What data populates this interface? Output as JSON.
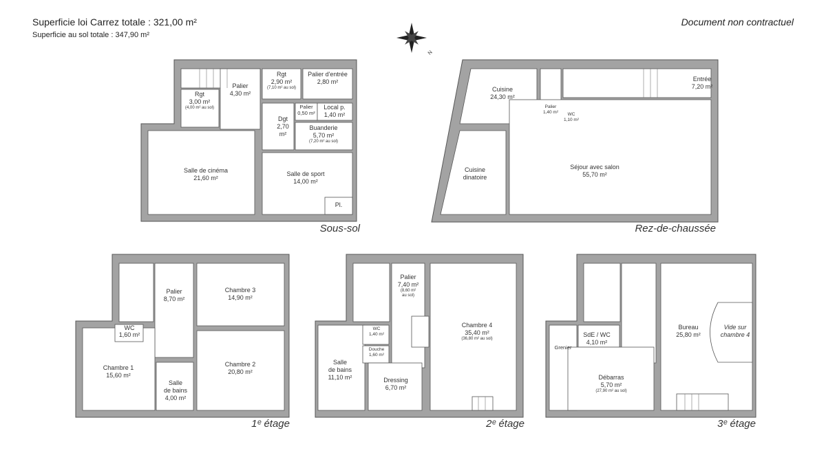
{
  "header": {
    "carrez_total": "Superficie loi Carrez totale :  321,00 m²",
    "sol_total": "Superficie au sol totale :  347,90 m²",
    "disclaimer": "Document non contractuel",
    "compass_letter": "N"
  },
  "colors": {
    "wall": "#a3a3a3",
    "wall_outline": "#555555",
    "text": "#333333"
  },
  "floors": {
    "sous_sol": {
      "label": "Sous-sol",
      "rooms": [
        {
          "name": "Rgt",
          "area": "3,00 m²",
          "note": "(4,00 m² au sol)"
        },
        {
          "name": "Palier",
          "area": "4,30 m²"
        },
        {
          "name": "Rgt",
          "area": "2,90 m²",
          "note": "(7,10 m² au sol)"
        },
        {
          "name": "Palier d'entrée",
          "area": "2,80 m²"
        },
        {
          "name": "Palier",
          "area": "0,50 m²"
        },
        {
          "name": "Local p.",
          "area": "1,40 m²"
        },
        {
          "name": "Dgt",
          "area": "2,70",
          "area_unit": "m²"
        },
        {
          "name": "Buanderie",
          "area": "5,70 m²",
          "note": "(7,20 m² au sol)"
        },
        {
          "name": "Salle de cinéma",
          "area": "21,60 m²"
        },
        {
          "name": "Salle de sport",
          "area": "14,00 m²"
        },
        {
          "name": "Pl."
        }
      ]
    },
    "rdc": {
      "label": "Rez-de-chaussée",
      "rooms": [
        {
          "name": "Cuisine",
          "area": "24,30 m²"
        },
        {
          "name": "Palier",
          "area": "1,40 m²"
        },
        {
          "name": "WC",
          "area": "1,10 m²"
        },
        {
          "name": "Entrée",
          "area": "7,20 m²"
        },
        {
          "name": "Cuisine",
          "name2": "dinatoire"
        },
        {
          "name": "Séjour avec salon",
          "area": "55,70 m²"
        }
      ]
    },
    "etage1": {
      "label": "1ᵉ étage",
      "rooms": [
        {
          "name": "Palier",
          "area": "8,70 m²"
        },
        {
          "name": "Chambre 3",
          "area": "14,90 m²"
        },
        {
          "name": "WC",
          "area": "1,60 m²"
        },
        {
          "name": "Chambre 1",
          "area": "15,60 m²"
        },
        {
          "name": "Chambre 2",
          "area": "20,80 m²"
        },
        {
          "name": "Salle",
          "name2": "de bains",
          "area": "4,00 m²"
        }
      ]
    },
    "etage2": {
      "label": "2ᵉ étage",
      "rooms": [
        {
          "name": "Palier",
          "area": "7,40 m²",
          "note": "(8,60 m²",
          "note2": "au sol)"
        },
        {
          "name": "Chambre 4",
          "area": "35,40 m²",
          "note": "(36,80 m² au sol)"
        },
        {
          "name": "WC",
          "area": "1,40 m²"
        },
        {
          "name": "Douche",
          "area": "1,60 m²"
        },
        {
          "name": "Salle",
          "name2": "de bains",
          "area": "11,10 m²"
        },
        {
          "name": "Dressing",
          "area": "6,70 m²"
        }
      ]
    },
    "etage3": {
      "label": "3ᵉ étage",
      "rooms": [
        {
          "name": "SdE / WC",
          "area": "4,10 m²"
        },
        {
          "name": "Grenier"
        },
        {
          "name": "Débarras",
          "area": "5,70 m²",
          "note": "(27,90 m² au sol)"
        },
        {
          "name": "Bureau",
          "area": "25,80 m²"
        },
        {
          "name": "Vide sur",
          "name2": "chambre 4"
        }
      ]
    }
  }
}
